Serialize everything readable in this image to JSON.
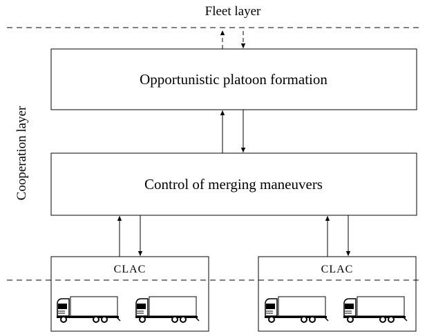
{
  "layers": {
    "fleet": "Fleet layer",
    "cooperation": "Cooperation layer"
  },
  "boxes": {
    "platoon_formation": "Opportunistic platoon formation",
    "merging_control": "Control of merging maneuvers",
    "clac_left": "CLAC",
    "clac_right": "CLAC"
  },
  "icons": {
    "vehicle": "truck-icon"
  }
}
